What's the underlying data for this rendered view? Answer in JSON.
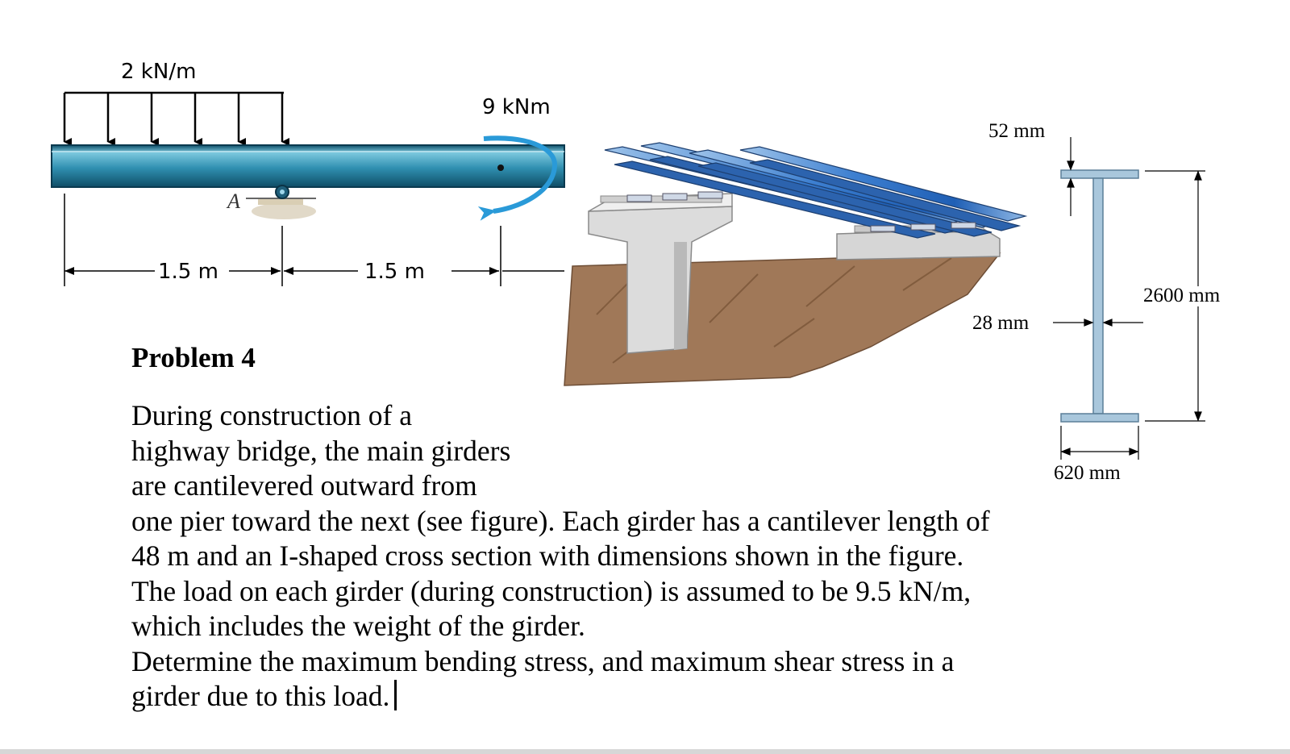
{
  "beam_figure": {
    "distributed_load_label": "2 kN/m",
    "moment_label": "9 kNm",
    "support_label": "A",
    "span_left_label": "1.5 m",
    "span_right_label": "1.5 m"
  },
  "girder_section": {
    "flange_thickness_label": "52 mm",
    "web_thickness_label": "28 mm",
    "depth_label": "2600 mm",
    "flange_width_label": "620 mm"
  },
  "problem": {
    "title": "Problem 4",
    "lines": [
      "During construction of a",
      "highway bridge, the main girders",
      "are cantilevered outward from",
      "one pier toward the next (see figure). Each girder has a cantilever length of",
      "48 m and an I-shaped cross section with dimensions shown in the figure.",
      "The load on each girder (during construction) is assumed to be 9.5 kN/m,",
      "which includes the weight of the girder.",
      "Determine the maximum bending stress, and maximum shear stress in a",
      "girder due to this load."
    ]
  },
  "colors": {
    "beam": "#2f8fb0",
    "girder": "#3d7fd0",
    "ground": "#a07858",
    "concrete": "#d8d8d8",
    "section": "#a9c7dc"
  }
}
